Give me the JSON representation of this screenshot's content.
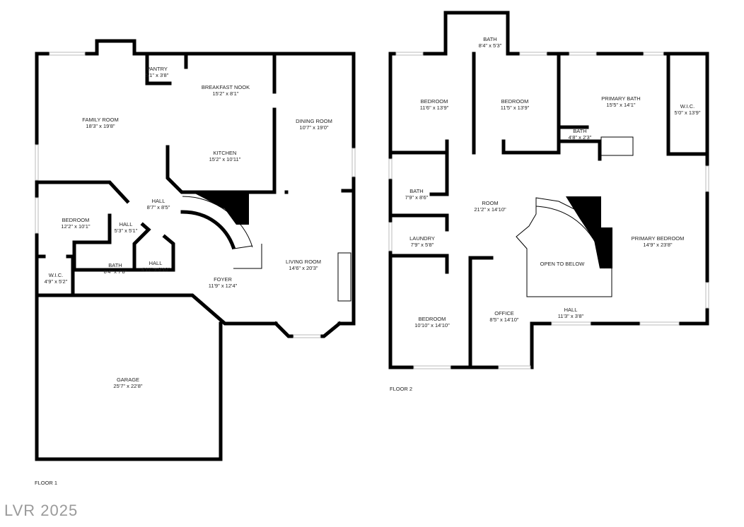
{
  "floor1": {
    "label": "FLOOR 1",
    "rooms": [
      {
        "name": "FAMILY ROOM",
        "dims": "18'3\" x 19'8\""
      },
      {
        "name": "PANTRY",
        "dims": "5'1\" x 3'8\""
      },
      {
        "name": "BREAKFAST NOOK",
        "dims": "15'2\" x 8'1\""
      },
      {
        "name": "KITCHEN",
        "dims": "15'2\" x 10'11\""
      },
      {
        "name": "DINING ROOM",
        "dims": "10'7\" x 19'0\""
      },
      {
        "name": "HALL",
        "dims": "8'7\" x 8'5\""
      },
      {
        "name": "BEDROOM",
        "dims": "12'2\" x 10'1\""
      },
      {
        "name": "HALL",
        "dims": "5'3\" x 5'1\""
      },
      {
        "name": "HALL",
        "dims": "4'11\" x 9'10\""
      },
      {
        "name": "BATH",
        "dims": "8'4\" x 7'8\""
      },
      {
        "name": "W.I.C.",
        "dims": "4'9\" x 5'2\""
      },
      {
        "name": "FOYER",
        "dims": "11'9\" x 12'4\""
      },
      {
        "name": "LIVING ROOM",
        "dims": "14'6\" x 20'3\""
      },
      {
        "name": "GARAGE",
        "dims": "25'7\" x 22'8\""
      }
    ]
  },
  "floor2": {
    "label": "FLOOR 2",
    "rooms": [
      {
        "name": "BATH",
        "dims": "8'4\" x 5'3\""
      },
      {
        "name": "BEDROOM",
        "dims": "11'6\" x 13'9\""
      },
      {
        "name": "BEDROOM",
        "dims": "11'5\" x 13'9\""
      },
      {
        "name": "PRIMARY BATH",
        "dims": "15'5\" x 14'1\""
      },
      {
        "name": "W.I.C.",
        "dims": "5'0\" x 13'9\""
      },
      {
        "name": "BATH",
        "dims": "4'8\" x 2'3\""
      },
      {
        "name": "BATH",
        "dims": "7'9\" x 8'6\""
      },
      {
        "name": "ROOM",
        "dims": "21'2\" x 14'10\""
      },
      {
        "name": "LAUNDRY",
        "dims": "7'9\" x 5'8\""
      },
      {
        "name": "OPEN TO BELOW",
        "dims": ""
      },
      {
        "name": "PRIMARY BEDROOM",
        "dims": "14'9\" x 23'8\""
      },
      {
        "name": "BEDROOM",
        "dims": "10'10\" x 14'10\""
      },
      {
        "name": "OFFICE",
        "dims": "8'5\" x 14'10\""
      },
      {
        "name": "HALL",
        "dims": "11'3\" x 3'8\""
      }
    ]
  },
  "watermark": "LVR 2025"
}
